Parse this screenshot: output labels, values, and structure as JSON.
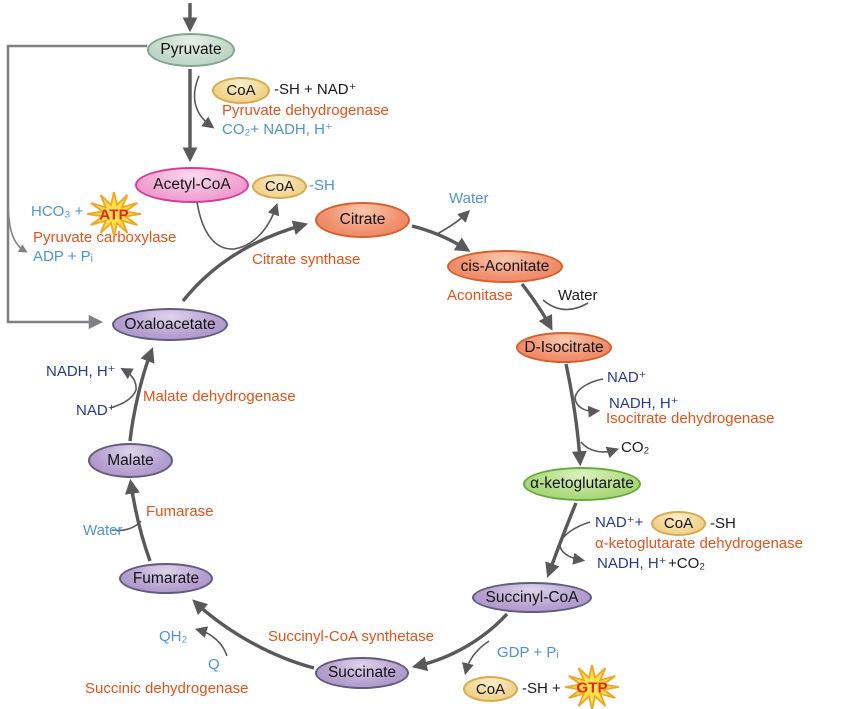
{
  "title": "Citric acid cycle (TCA cycle) pathway diagram",
  "palette": {
    "enzyme_text": "#E2541B",
    "cofactor_blue": "#4E94CE",
    "cofactor_navy": "#293A90",
    "black_text": "#1A1A1A",
    "arrow_gray": "#59595B",
    "bracket_gray": "#808184",
    "starburst_fill": "#FFE14D",
    "starburst_stroke": "#F2A51E",
    "starburst_text": "#E8251D"
  },
  "nodes": {
    "pyruvate": {
      "label": "Pyruvate"
    },
    "acetyl_coa": {
      "label": "Acetyl-CoA"
    },
    "coa_pdh": {
      "label": "CoA"
    },
    "coa_synthase": {
      "label": "CoA"
    },
    "coa_akg": {
      "label": "CoA"
    },
    "coa_gtp": {
      "label": "CoA"
    },
    "citrate": {
      "label": "Citrate"
    },
    "cis_aconitate": {
      "label": "cis-Aconitate"
    },
    "d_isocitrate": {
      "label": "D-Isocitrate"
    },
    "alpha_ketoglutarate": {
      "label": "α-ketoglutarate"
    },
    "succinyl_coa": {
      "label": "Succinyl-CoA"
    },
    "succinate": {
      "label": "Succinate"
    },
    "fumarate": {
      "label": "Fumarate"
    },
    "malate": {
      "label": "Malate"
    },
    "oxaloacetate": {
      "label": "Oxaloacetate"
    }
  },
  "enzymes": {
    "pyruvate_dehydrogenase": "Pyruvate dehydrogenase",
    "pyruvate_carboxylase": "Pyruvate carboxylase",
    "citrate_synthase": "Citrate synthase",
    "aconitase": "Aconitase",
    "isocitrate_dehydrogenase": "Isocitrate dehydrogenase",
    "akg_dehydrogenase": "α-ketoglutarate dehydrogenase",
    "succinyl_coa_synthetase": "Succinyl-CoA synthetase",
    "succinic_dehydrogenase": "Succinic dehydrogenase",
    "fumarase": "Fumarase",
    "malate_dehydrogenase": "Malate dehydrogenase"
  },
  "cofactors": {
    "sh_nad_pdh": "-SH + NAD⁺",
    "co2_nadh_pdh": "CO₂+ NADH, H⁺",
    "hco3": "HCO₃ +",
    "atp": "ATP",
    "adp_pi": "ADP + Pᵢ",
    "sh_synthase": "-SH",
    "water_citrate": "Water",
    "water_aconitase": "Water",
    "nad_iso": "NAD⁺",
    "nadh_iso": "NADH, H⁺",
    "co2_iso": "CO₂",
    "nad_akg": "NAD⁺+",
    "sh_akg": "-SH",
    "nadh_akg": "NADH, H⁺",
    "co2_akg": "+CO₂",
    "gdp_pi": "GDP + Pᵢ",
    "sh_gtp": "-SH +",
    "gtp": "GTP",
    "qh2": "QH₂",
    "q": "Q",
    "water_fumarase": "Water",
    "nadh_malate": "NADH, H⁺",
    "nad_malate": "NAD⁺"
  }
}
